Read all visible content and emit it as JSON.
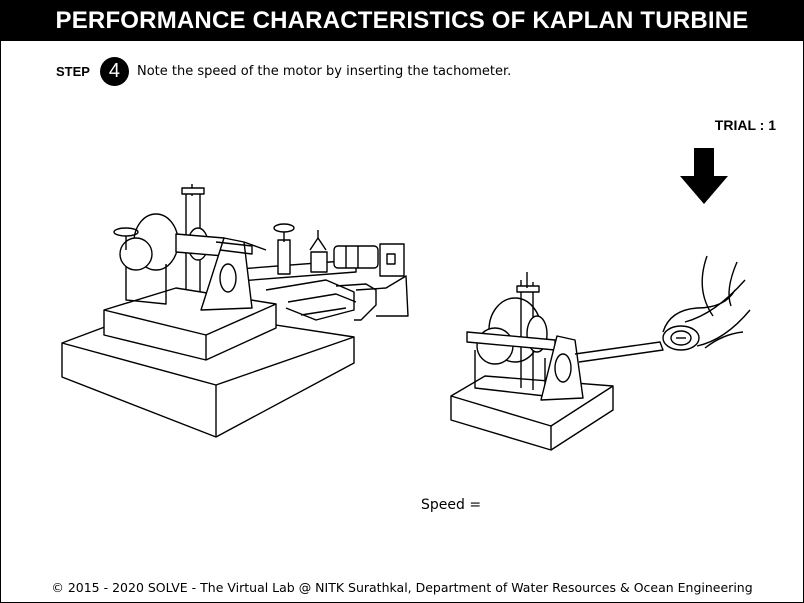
{
  "header": {
    "title": "PERFORMANCE CHARACTERISTICS OF KAPLAN TURBINE"
  },
  "step": {
    "label": "STEP",
    "number": "4",
    "instruction": "Note the speed of the motor by inserting the tachometer."
  },
  "trial": {
    "label": "TRIAL : 1"
  },
  "speed": {
    "label": "Speed =",
    "value": ""
  },
  "footer": {
    "text": "© 2015 - 2020 SOLVE - The Virtual Lab @ NITK Surathkal, Department of Water Resources & Ocean Engineering"
  },
  "icons": {
    "indicator_arrow": "down-arrow-icon"
  },
  "colors": {
    "title_bg": "#000000",
    "title_fg": "#ffffff",
    "line": "#000000"
  }
}
